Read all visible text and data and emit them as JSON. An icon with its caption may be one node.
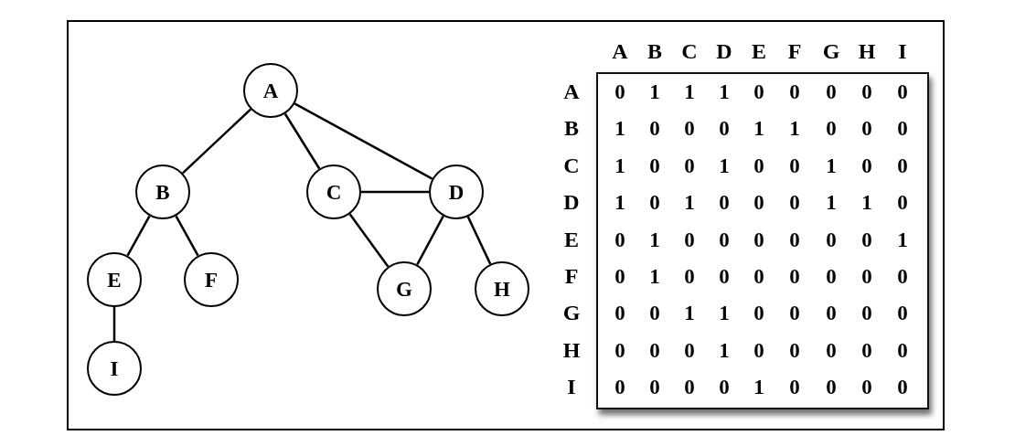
{
  "diagram": {
    "nodes": [
      {
        "text": [
          "A"
        ]
      },
      {
        "text": [
          "B"
        ]
      },
      {
        "text": [
          "C"
        ]
      },
      {
        "text": [
          "D"
        ]
      },
      {
        "text": [
          "E"
        ]
      },
      {
        "text": [
          "F"
        ]
      },
      {
        "text": [
          "G"
        ]
      },
      {
        "text": [
          "H"
        ]
      },
      {
        "text": [
          "I"
        ]
      }
    ],
    "edges": [
      {
        "from": 0,
        "to": 1,
        "arrow": "none"
      },
      {
        "from": 0,
        "to": 2,
        "arrow": "none"
      },
      {
        "from": 0,
        "to": 3,
        "arrow": "none"
      },
      {
        "from": 1,
        "to": 4,
        "arrow": "none"
      },
      {
        "from": 1,
        "to": 5,
        "arrow": "none"
      },
      {
        "from": 2,
        "to": 3,
        "arrow": "none"
      },
      {
        "from": 2,
        "to": 6,
        "arrow": "none"
      },
      {
        "from": 3,
        "to": 6,
        "arrow": "none"
      },
      {
        "from": 3,
        "to": 7,
        "arrow": "none"
      },
      {
        "from": 4,
        "to": 8,
        "arrow": "none"
      }
    ],
    "labels": [
      "A",
      "B",
      "C",
      "D",
      "E",
      "F",
      "G",
      "H",
      "I",
      "A",
      "0",
      "1",
      "1",
      "1",
      "0",
      "0",
      "0",
      "0",
      "0",
      "B",
      "1",
      "0",
      "0",
      "0",
      "1",
      "1",
      "0",
      "0",
      "0",
      "C",
      "1",
      "0",
      "0",
      "1",
      "0",
      "0",
      "1",
      "0",
      "0",
      "D",
      "1",
      "0",
      "1",
      "0",
      "0",
      "0",
      "1",
      "1",
      "0",
      "E",
      "0",
      "1",
      "0",
      "0",
      "0",
      "0",
      "0",
      "0",
      "1",
      "F",
      "0",
      "1",
      "0",
      "0",
      "0",
      "0",
      "0",
      "0",
      "0",
      "G",
      "0",
      "0",
      "1",
      "1",
      "0",
      "0",
      "0",
      "0",
      "0",
      "H",
      "0",
      "0",
      "0",
      "1",
      "0",
      "0",
      "0",
      "0",
      "0",
      "I",
      "0",
      "0",
      "0",
      "0",
      "1",
      "0",
      "0",
      "0",
      "0"
    ]
  }
}
